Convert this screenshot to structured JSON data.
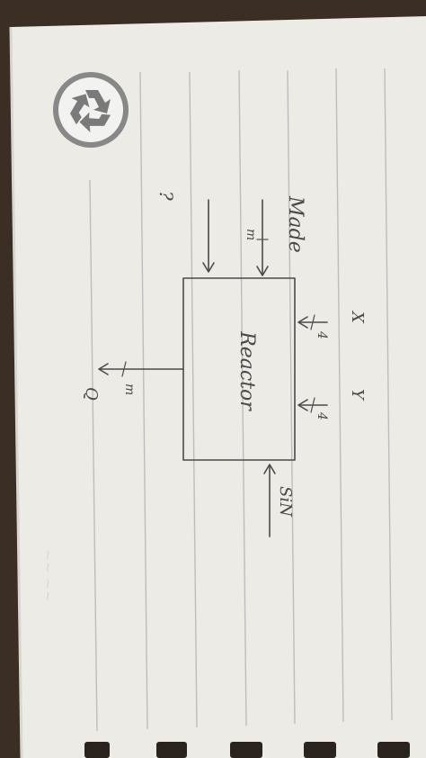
{
  "diagram": {
    "block_label": "Reactor",
    "inputs": {
      "feed_label": "Made",
      "feed_symbol": "m",
      "unknown_mark": "?",
      "top_left_label": "X",
      "top_right_label": "Y",
      "top_left_value": "4",
      "top_right_value": "4",
      "side_label": "SiN"
    },
    "output": {
      "symbol": "m",
      "label": "Q"
    }
  },
  "colors": {
    "paper": "#ecebe6",
    "line": "#b9b9b9",
    "ink": "#4a4a4a",
    "desk": "#3a2e25",
    "logo_ring": "#888888"
  },
  "icons": [
    "recycle-icon"
  ]
}
